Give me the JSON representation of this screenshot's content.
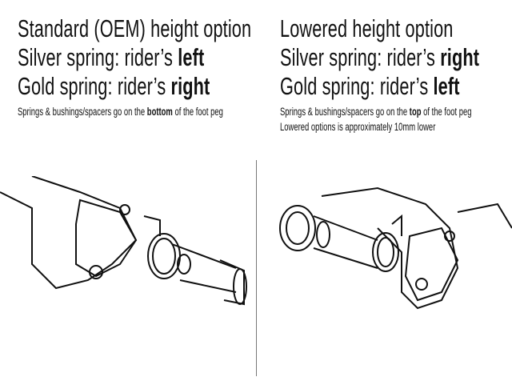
{
  "left": {
    "title": "Standard (OEM) height option",
    "silver": {
      "prefix": "Silver spring: rider’s ",
      "side": "left"
    },
    "gold": {
      "prefix": "Gold spring: rider’s ",
      "side": "right"
    },
    "note": {
      "prefix": "Springs & bushings/spacers go on the ",
      "bold": "bottom",
      "suffix": " of the foot peg"
    }
  },
  "right": {
    "title": "Lowered height option",
    "silver": {
      "prefix": "Silver spring: rider’s ",
      "side": "right"
    },
    "gold": {
      "prefix": "Gold spring: rider’s ",
      "side": "left"
    },
    "note": {
      "prefix": "Springs & bushings/spacers go on the ",
      "bold": "top",
      "suffix": " of the foot peg"
    },
    "note2": "Lowered options is approximately 10mm lower"
  }
}
